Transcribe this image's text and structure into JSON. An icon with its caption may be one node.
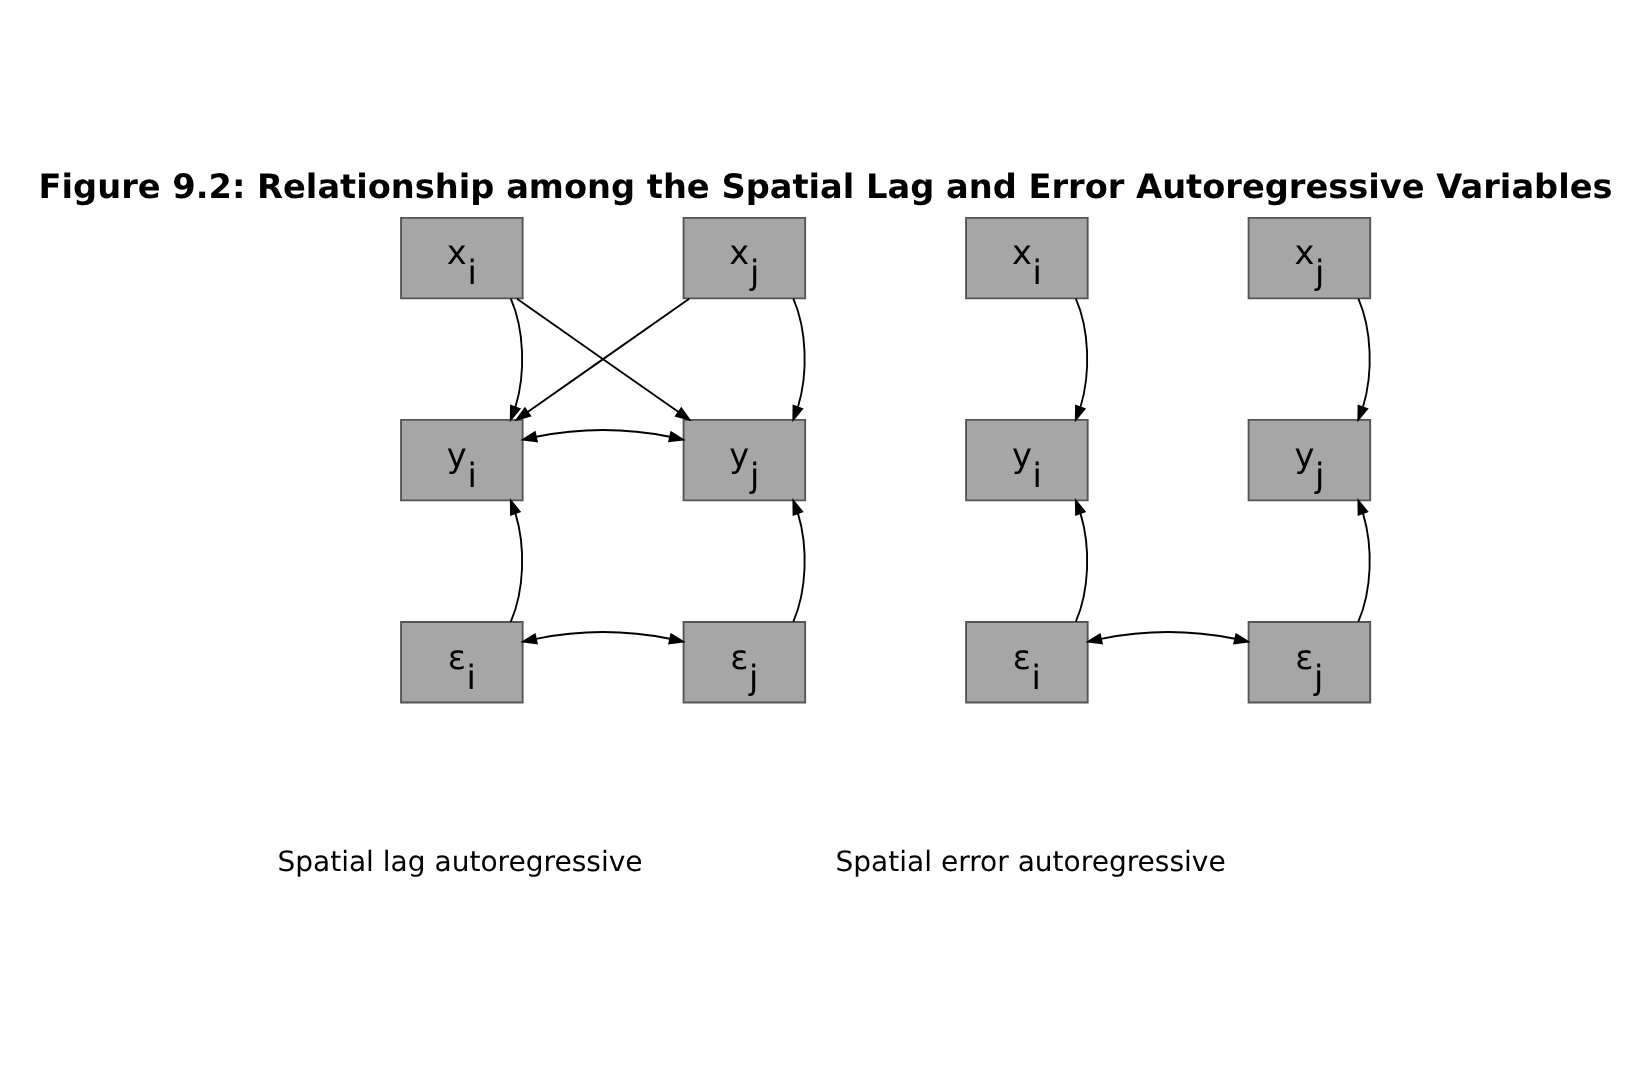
{
  "diagram": {
    "title": "Figure 9.2: Relationship among the Spatial Lag and Error Autoregressive Variables",
    "nodes": [
      {
        "text": [
          "x$_{i}$"
        ]
      },
      {
        "text": [
          "x$_{j}$"
        ]
      },
      {
        "text": [
          "y$_{i}$"
        ]
      },
      {
        "text": [
          "y$_{j}$"
        ]
      },
      {
        "text": [
          "ε$_{i}$"
        ]
      },
      {
        "text": [
          "ε$_{j}$"
        ]
      },
      {
        "text": [
          "x$_{i}$"
        ]
      },
      {
        "text": [
          "x$_{j}$"
        ]
      },
      {
        "text": [
          "y$_{i}$"
        ]
      },
      {
        "text": [
          "y$_{j}$"
        ]
      },
      {
        "text": [
          "ε$_{i}$"
        ]
      },
      {
        "text": [
          "ε$_{j}$"
        ]
      }
    ],
    "edges": [
      {
        "from": 0,
        "to": 2,
        "arrow": "to"
      },
      {
        "from": 0,
        "to": 3,
        "arrow": "to"
      },
      {
        "from": 1,
        "to": 2,
        "arrow": "to"
      },
      {
        "from": 1,
        "to": 3,
        "arrow": "to"
      },
      {
        "from": 2,
        "to": 3,
        "arrow": "both"
      },
      {
        "from": 4,
        "to": 2,
        "arrow": "to"
      },
      {
        "from": 5,
        "to": 3,
        "arrow": "to"
      },
      {
        "from": 4,
        "to": 5,
        "arrow": "both"
      },
      {
        "from": 6,
        "to": 8,
        "arrow": "to"
      },
      {
        "from": 7,
        "to": 9,
        "arrow": "to"
      },
      {
        "from": 10,
        "to": 8,
        "arrow": "to"
      },
      {
        "from": 11,
        "to": 9,
        "arrow": "to"
      },
      {
        "from": 10,
        "to": 11,
        "arrow": "both"
      }
    ],
    "labels": [
      "Spatial lag autoregressive",
      "Spatial error autoregressive"
    ]
  }
}
